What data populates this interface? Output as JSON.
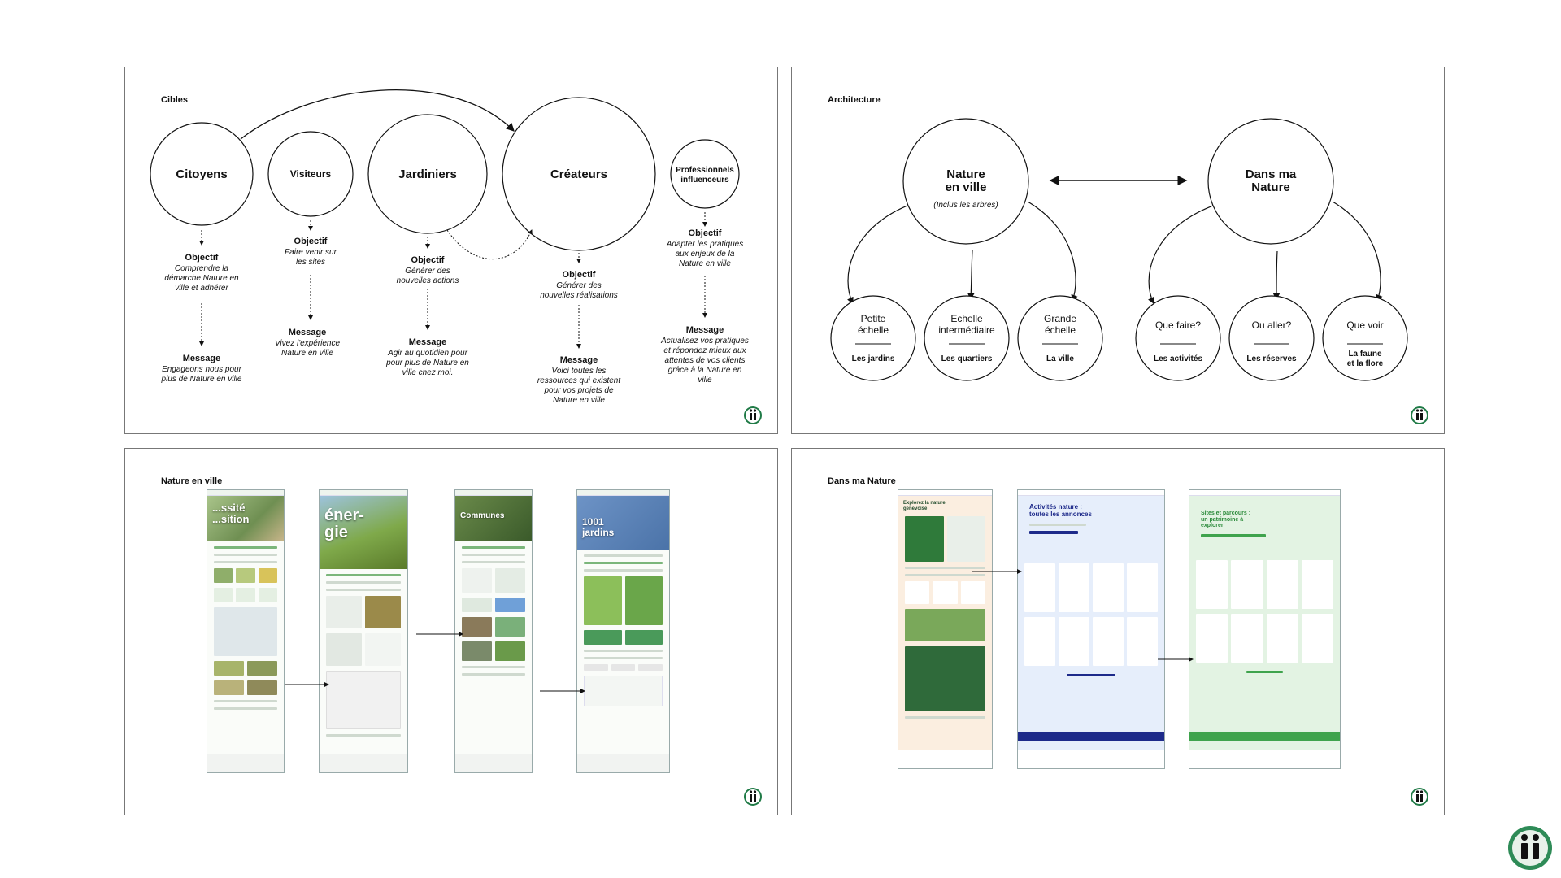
{
  "panels": {
    "cibles": {
      "title": "Cibles",
      "targets": [
        {
          "name": "Citoyens",
          "objectif_label": "Objectif",
          "objectif": [
            "Comprendre la",
            "démarche Nature en",
            "ville et adhérer"
          ],
          "message_label": "Message",
          "message": [
            "Engageons nous pour",
            "plus de Nature en ville"
          ]
        },
        {
          "name": "Visiteurs",
          "objectif_label": "Objectif",
          "objectif": [
            "Faire venir sur",
            "les sites"
          ],
          "message_label": "Message",
          "message": [
            "Vivez l'expérience",
            "Nature en ville"
          ]
        },
        {
          "name": "Jardiniers",
          "objectif_label": "Objectif",
          "objectif": [
            "Générer des",
            "nouvelles actions"
          ],
          "message_label": "Message",
          "message": [
            "Agir au quotidien pour",
            "pour plus de Nature en",
            "ville chez moi."
          ]
        },
        {
          "name": "Créateurs",
          "objectif_label": "Objectif",
          "objectif": [
            "Générer des",
            "nouvelles réalisations"
          ],
          "message_label": "Message",
          "message": [
            "Voici toutes les",
            "ressources qui existent",
            "pour vos projets de",
            "Nature en ville"
          ]
        },
        {
          "name_lines": [
            "Professionnels",
            "influenceurs"
          ],
          "objectif_label": "Objectif",
          "objectif": [
            "Adapter les pratiques",
            "aux enjeux de la",
            "Nature en ville"
          ],
          "message_label": "Message",
          "message": [
            "Actualisez vos pratiques",
            "et répondez mieux aux",
            "attentes de vos clients",
            "grâce à la Nature en",
            "ville"
          ]
        }
      ]
    },
    "architecture": {
      "title": "Architecture",
      "main_left": {
        "lines": [
          "Nature",
          "en ville"
        ],
        "note": "(Inclus les arbres)"
      },
      "main_right": {
        "lines": [
          "Dans ma",
          "Nature"
        ]
      },
      "children_left": [
        {
          "lines": [
            "Petite",
            "échelle"
          ],
          "sub": [
            "Les jardins"
          ]
        },
        {
          "lines": [
            "Echelle",
            "intermédiaire"
          ],
          "sub": [
            "Les quartiers"
          ]
        },
        {
          "lines": [
            "Grande",
            "échelle"
          ],
          "sub": [
            "La ville"
          ]
        }
      ],
      "children_right": [
        {
          "lines": [
            "Que faire?"
          ],
          "sub": [
            "Les activités"
          ]
        },
        {
          "lines": [
            "Ou aller?"
          ],
          "sub": [
            "Les réserves"
          ]
        },
        {
          "lines": [
            "Que voir"
          ],
          "sub": [
            "La faune",
            "et la flore"
          ]
        }
      ]
    },
    "nature_en_ville": {
      "title": "Nature en ville",
      "pages": [
        {
          "hero": [
            "...ssité",
            "...sition"
          ],
          "hero_color": "#8ca96a"
        },
        {
          "hero": [
            "éner-",
            "gie"
          ],
          "hero_color": "#6a8f3a"
        },
        {
          "hero": [
            "Communes"
          ],
          "hero_color": "#4d6d3a"
        },
        {
          "hero": [
            "1001",
            "jardins"
          ],
          "hero_color": "#5d86b8"
        }
      ]
    },
    "dans_ma_nature": {
      "title": "Dans ma Nature",
      "pages": [
        {
          "hero": [
            "Explorez la nature",
            "genevoise"
          ],
          "bg": "#fbeee0"
        },
        {
          "hero": [
            "Activités nature :",
            "toutes les annonces"
          ],
          "bg": "#e6eefb"
        },
        {
          "hero": [
            "Sites et parcours :",
            "un patrimoine à",
            "explorer"
          ],
          "bg": "#e3f3e3"
        }
      ]
    }
  },
  "colors": {
    "accent_green": "#3fa34d",
    "dark_navy": "#1d2a8a",
    "logo_green": "#1f7a46"
  },
  "icons": {
    "logo": "info-i-logo-icon"
  }
}
